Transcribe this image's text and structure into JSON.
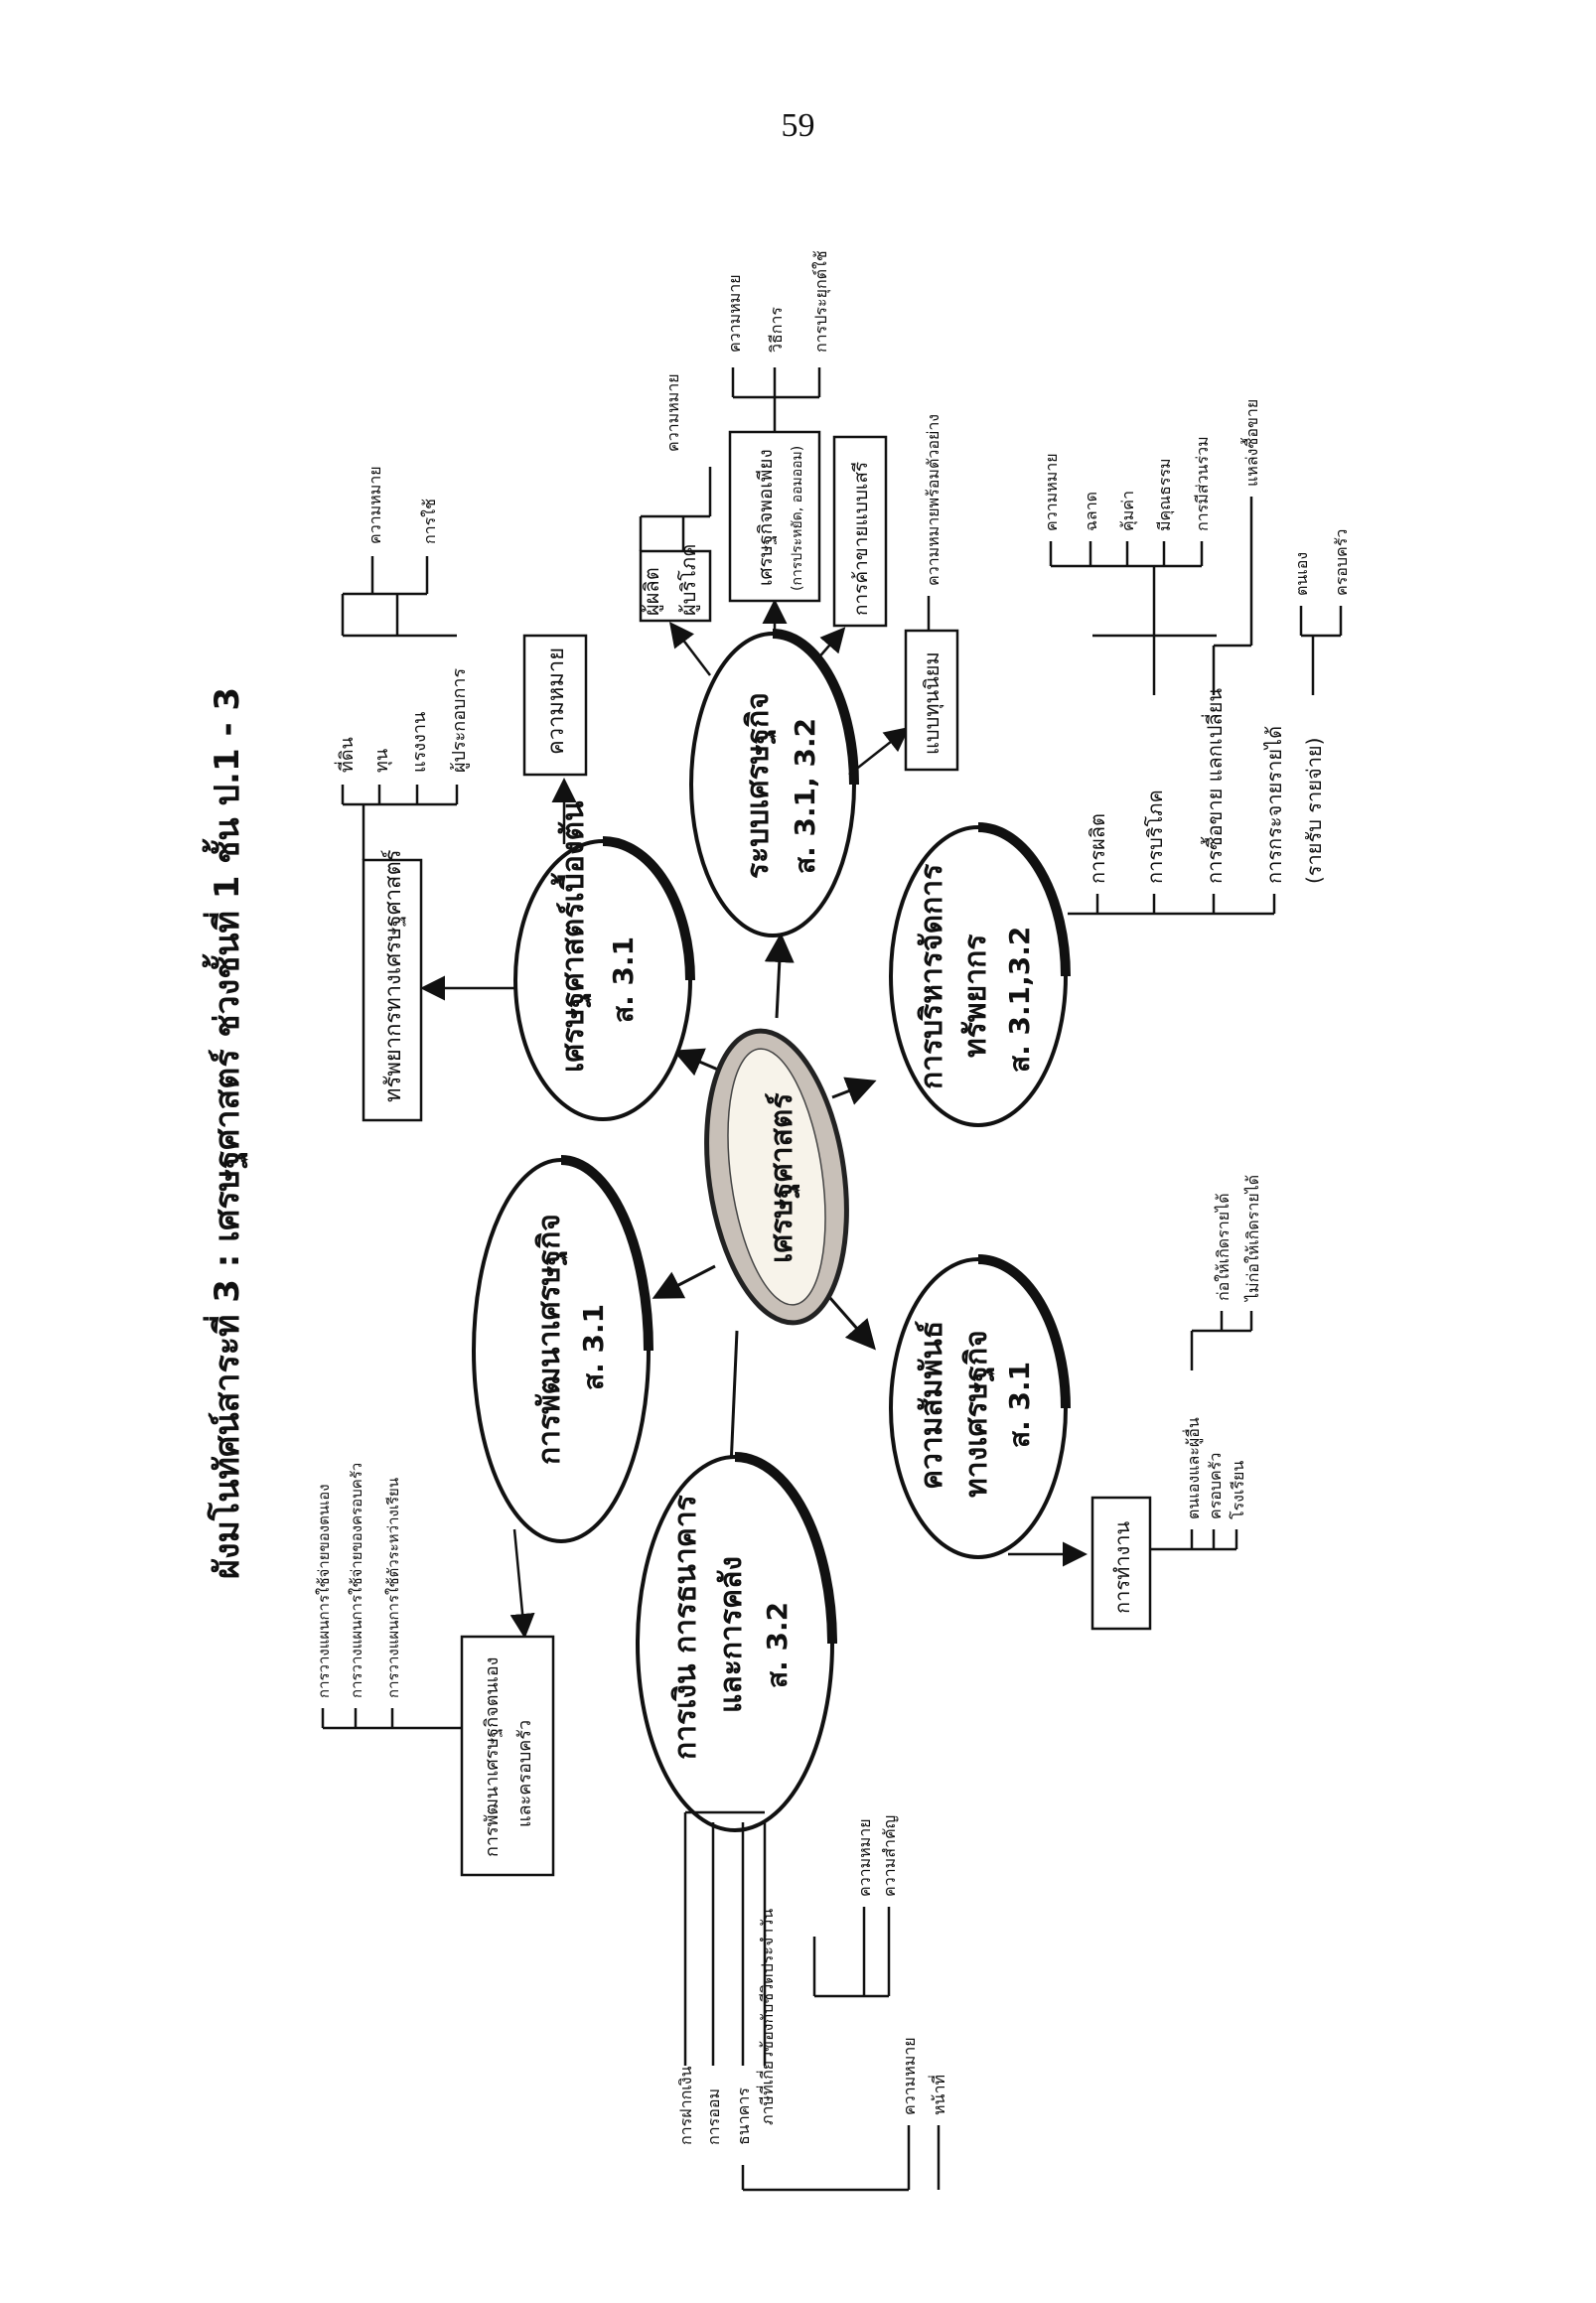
{
  "page_number": "59",
  "title": "ผังมโนทัศน์สาระที่ 3 : เศรษฐศาสตร์ ช่วงชั้นที่ 1 ชั้น ป.1 - 3",
  "center": "เศรษฐศาสตร์",
  "ovals": {
    "basic": {
      "name": "เศรษฐศาสตร์เบื้องต้น",
      "code": "ส. 3.1"
    },
    "system": {
      "name": "ระบบเศรษฐกิจ",
      "code": "ส. 3.1, 3.2"
    },
    "resource": {
      "name1": "การบริหารจัดการ",
      "name2": "ทรัพยากร",
      "code": "ส. 3.1,3.2"
    },
    "relation": {
      "name1": "ความสัมพันธ์",
      "name2": "ทางเศรษฐกิจ",
      "code": "ส. 3.1"
    },
    "finance": {
      "name1": "การเงิน การธนาคาร",
      "name2": "และการคลัง",
      "code": "ส. 3.2"
    },
    "develop": {
      "name": "การพัฒนาเศรษฐกิจ",
      "code": "ส. 3.1"
    }
  },
  "boxes": {
    "econ_resources": "ทรัพยากรทางเศรษฐศาสตร์",
    "meaning": "ความหมาย",
    "sufficiency1": "เศรษฐกิจพอเพียง",
    "sufficiency2": "(การประหยัด, ออมออม)",
    "free_trade": "การค้าขายแบบเสรี",
    "capitalism": "แบบทุนนิยม",
    "work": "การทำงาน",
    "dev1": "การพัฒนาเศรษฐกิจตนเอง",
    "dev2": "และครอบครัว"
  },
  "lists": {
    "factors": [
      "ที่ดิน",
      "ทุน",
      "แรงงาน",
      "ผู้ประกอบการ"
    ],
    "factor_sub": [
      "ความหมาย",
      "การใช้"
    ],
    "system_actors": [
      "ผู้ผลิต",
      "ผู้บริโภค"
    ],
    "system_actor_sub": "ความหมาย",
    "sufficiency_sub": [
      "ความหมาย",
      "วิธีการ",
      "การประยุกต์ใช้"
    ],
    "free_trade_sub": "ความหมายพร้อมตัวอย่าง",
    "resource_items": [
      "การผลิต",
      "การบริโภค",
      "การซื้อขาย แลกเปลี่ยน",
      "การกระจายรายได้"
    ],
    "resource_income": "(รายรับ รายจ่าย)",
    "consumption_sub": [
      "ความหมาย",
      "ฉลาด",
      "คุ้มค่า",
      "มีคุณธรรม",
      "การมีส่วนร่วม"
    ],
    "trade_sub": "แหล่งซื้อขาย",
    "income_sub": [
      "ตนเอง",
      "ครอบครัว"
    ],
    "work_items": [
      "ตนเองและผู้อื่น",
      "ครอบครัว",
      "โรงเรียน"
    ],
    "work_sub": [
      "ก่อให้เกิดรายได้",
      "ไม่ก่อให้เกิดรายได้"
    ],
    "finance_items": [
      "การฝากเงิน",
      "การออม",
      "ธนาคาร",
      "ภาษีที่เกี่ยวข้องกับชีวิตประจำวัน"
    ],
    "tax_sub": [
      "ความหมาย",
      "ความสำคัญ"
    ],
    "bank_sub": [
      "ความหมาย",
      "หน้าที่"
    ],
    "dev_items": [
      "การวางแผนการใช้จ่ายของตนเอง",
      "การวางแผนการใช้จ่ายของครอบครัว",
      "การวางแผนการใช้ตัวระหว่างเรียน"
    ]
  }
}
